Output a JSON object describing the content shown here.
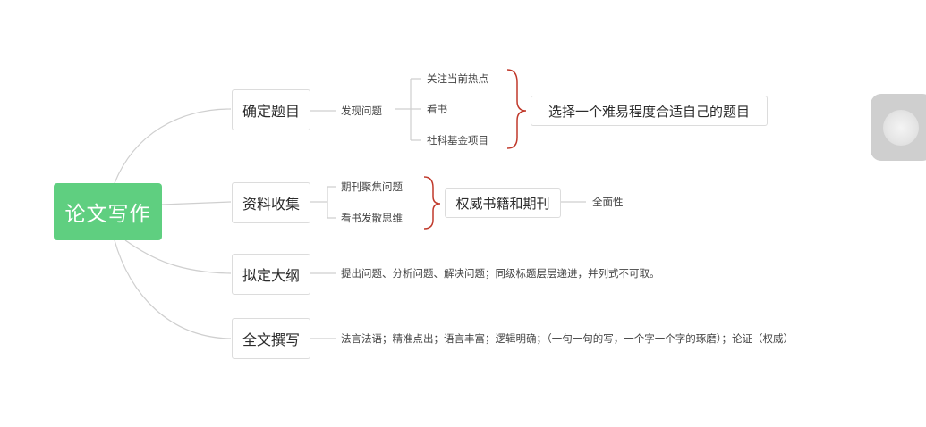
{
  "mindmap": {
    "root": {
      "label": "论文写作"
    },
    "branches": [
      {
        "label": "确定题目",
        "sub": "发现问题",
        "items": [
          "关注当前热点",
          "看书",
          "社科基金项目"
        ],
        "summary": "选择一个难易程度合适自己的题目"
      },
      {
        "label": "资料收集",
        "items": [
          "期刊聚焦问题",
          "看书发散思维"
        ],
        "summary": "权威书籍和期刊",
        "summary_note": "全面性"
      },
      {
        "label": "拟定大纲",
        "detail": "提出问题、分析问题、解决问题；同级标题层层递进，并列式不可取。"
      },
      {
        "label": "全文撰写",
        "detail": "法言法语；精准点出；语言丰富；逻辑明确；（一句一句的写，一个字一个字的琢磨）；论证（权威）"
      }
    ]
  },
  "colors": {
    "root_fill": "#5fcf80",
    "root_text": "#ffffff",
    "connector": "#c8c8c8",
    "brace": "#c0392b",
    "float_button": "#cfcfcf"
  }
}
